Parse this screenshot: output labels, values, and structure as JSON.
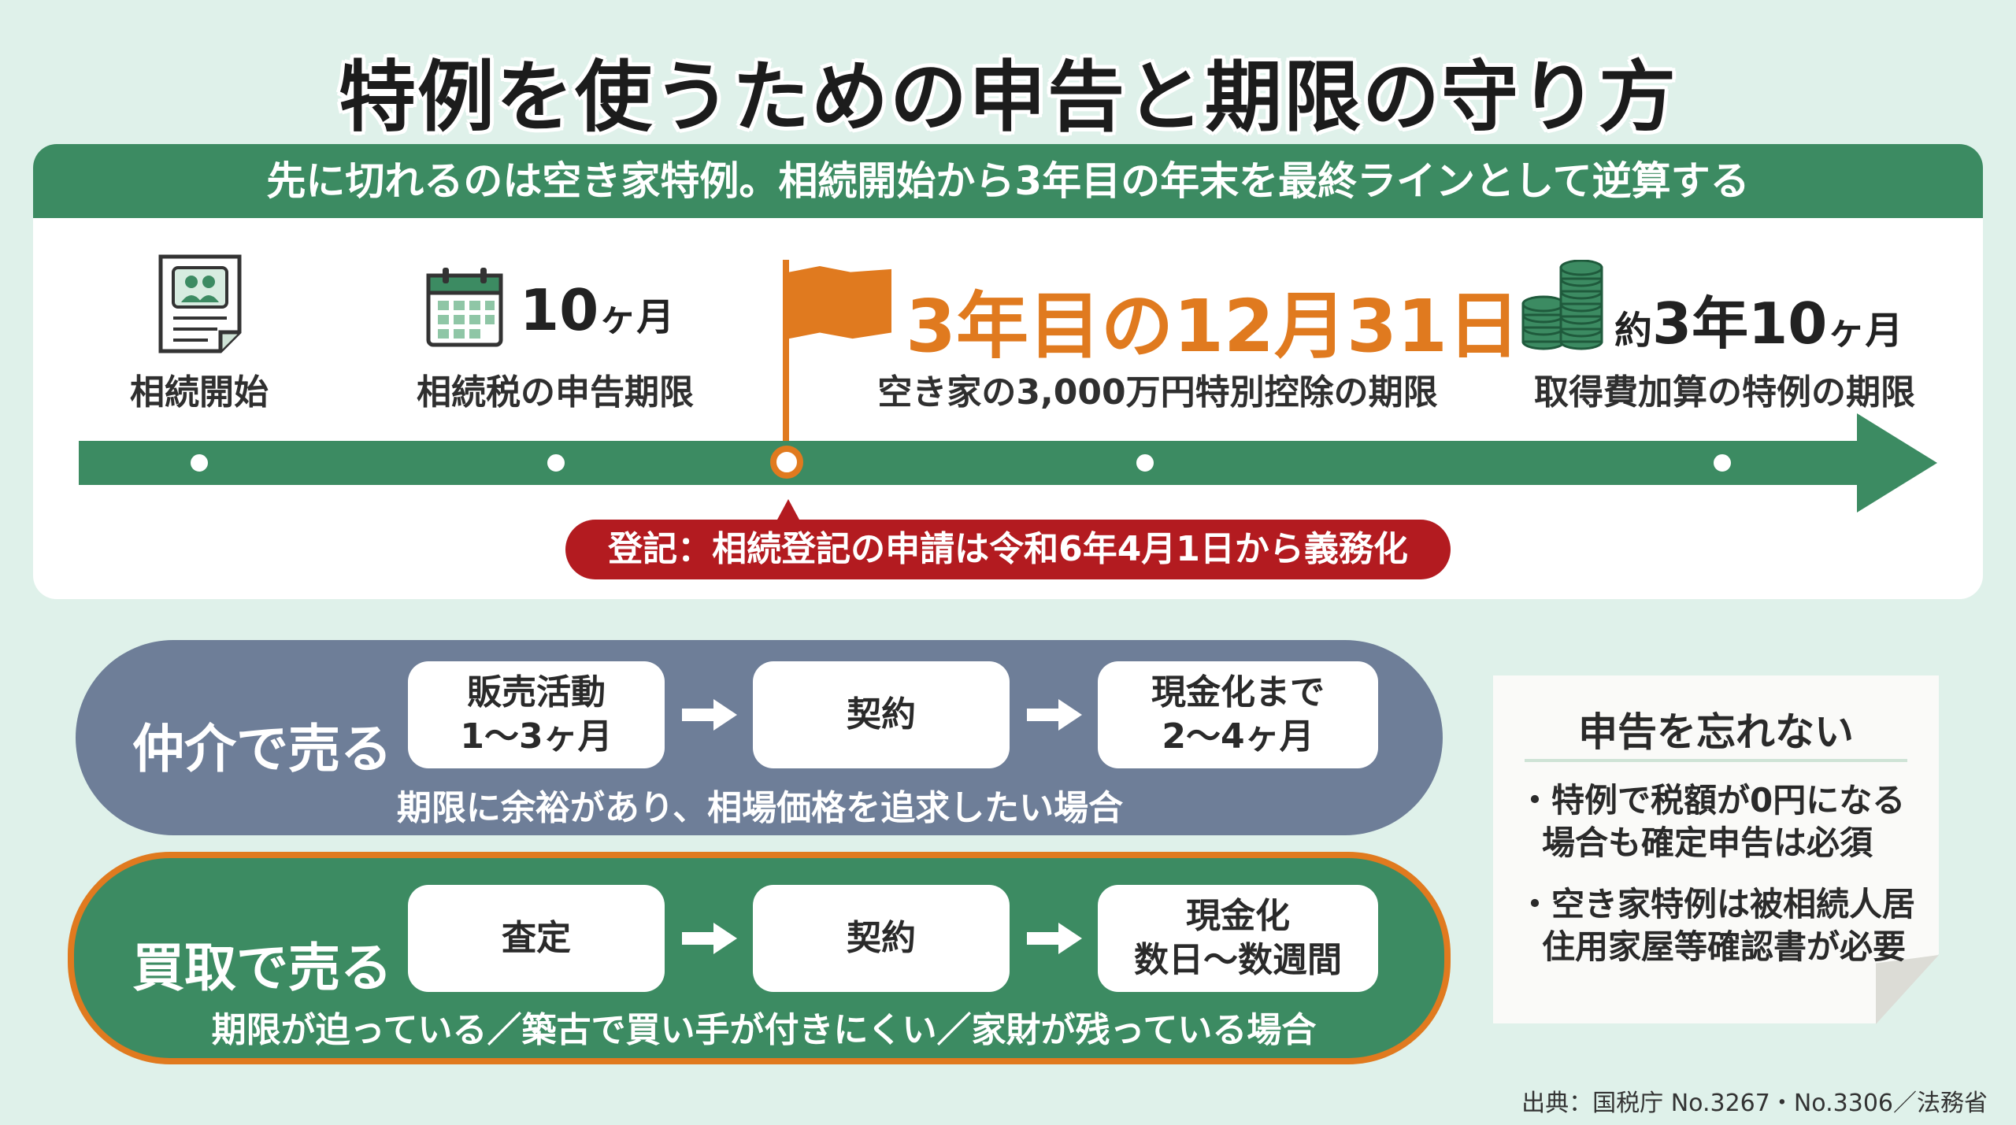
{
  "title": "特例を使うための申告と期限の守り方",
  "timeline": {
    "header": "先に切れるのは空き家特例。相続開始から3年目の年末を最終ラインとして逆算する",
    "milestones": [
      {
        "label": "相続開始",
        "icon": "document-people-icon"
      },
      {
        "big": "10",
        "big_unit": "ヶ月",
        "label": "相続税の申告期限",
        "icon": "calendar-icon"
      },
      {
        "big": "3年目の12月31日",
        "label": "空き家の3,000万円特別控除の期限",
        "icon": "flag-icon"
      },
      {
        "big_prefix": "約",
        "big": "3年10",
        "big_unit": "ヶ月",
        "label": "取得費加算の特例の期限",
        "icon": "coins-icon"
      }
    ],
    "registry_note": "登記：相続登記の申請は令和6年4月1日から義務化",
    "colors": {
      "green": "#3c8b62",
      "orange": "#e07a1f",
      "red": "#b31b20"
    }
  },
  "methods": {
    "broker": {
      "title": "仲介で売る",
      "steps": [
        {
          "line1": "販売活動",
          "line2": "1〜3ヶ月"
        },
        {
          "line1": "契約",
          "line2": ""
        },
        {
          "line1": "現金化まで",
          "line2": "2〜4ヶ月"
        }
      ],
      "caption": "期限に余裕があり、相場価格を追求したい場合",
      "color": "#6e7e98"
    },
    "buyout": {
      "title": "買取で売る",
      "steps": [
        {
          "line1": "査定",
          "line2": ""
        },
        {
          "line1": "契約",
          "line2": ""
        },
        {
          "line1": "現金化",
          "line2": "数日〜数週間"
        }
      ],
      "caption": "期限が迫っている／築古で買い手が付きにくい／家財が残っている場合",
      "color": "#3c8b62"
    }
  },
  "note": {
    "title": "申告を忘れない",
    "items": [
      {
        "line1": "・特例で税額が0円になる",
        "line2": "場合も確定申告は必須"
      },
      {
        "line1": "・空き家特例は被相続人居",
        "line2": "住用家屋等確認書が必要"
      }
    ]
  },
  "source": "出典：国税庁 No.3267・No.3306／法務省"
}
